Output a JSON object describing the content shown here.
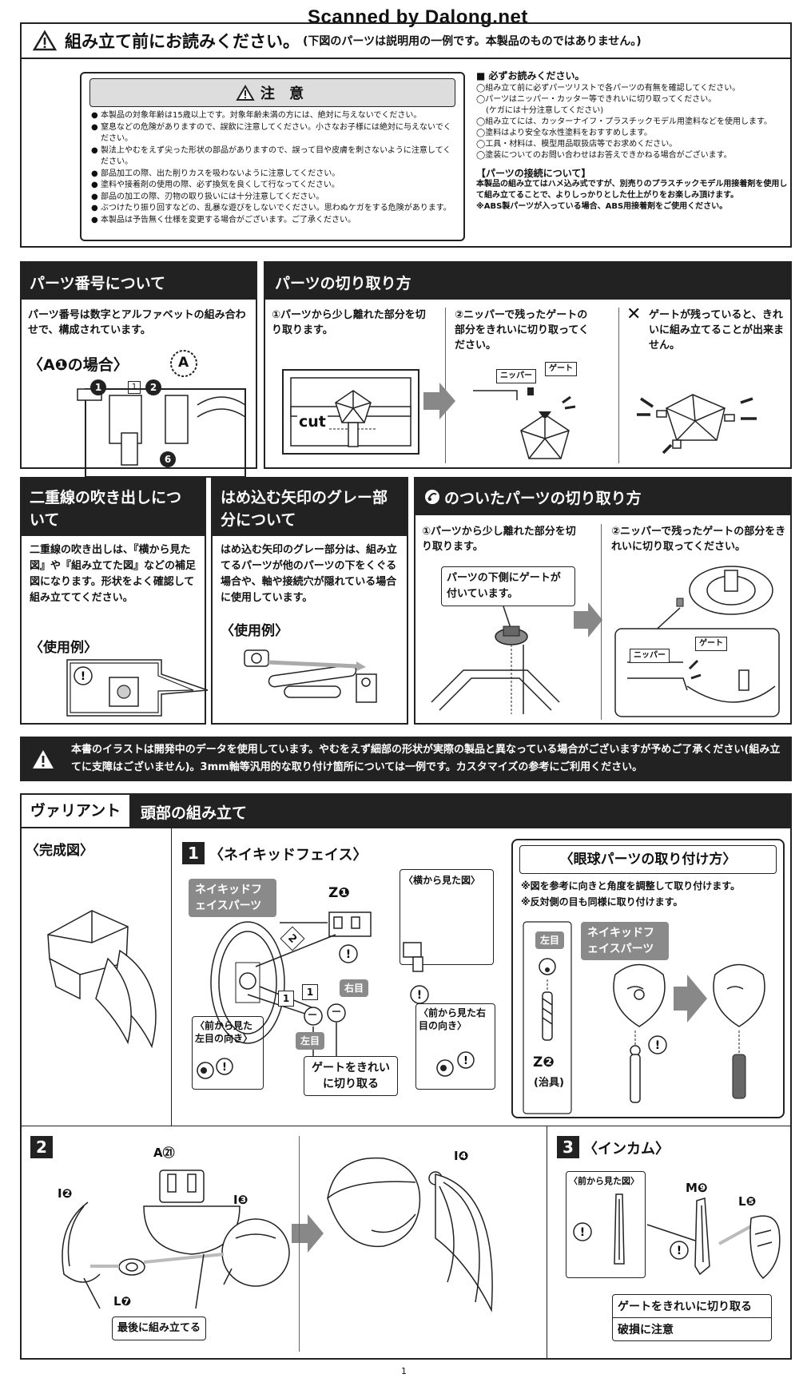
{
  "watermark": "Scanned by Dalong.net",
  "top_banner": {
    "title": "組み立て前にお読みください。",
    "subtitle": "(下図のパーツは説明用の一例です。本製品のものではありません。)"
  },
  "caution": {
    "title": "注 意",
    "items": [
      "本製品の対象年齢は15歳以上です。対象年齢未満の方には、絶対に与えないでください。",
      "窒息などの危険がありますので、誤飲に注意してください。小さなお子様には絶対に与えないでください。",
      "製法上やむをえず尖った形状の部品がありますので、誤って目や皮膚を刺さないように注意してください。",
      "部品加工の際、出た削りカスを吸わないように注意してください。",
      "塗料や接着剤の使用の際、必ず換気を良くして行なってください。",
      "部品の加工の際、刃物の取り扱いには十分注意してください。",
      "ぶつけたり振り回すなどの、乱暴な遊びをしないでください。思わぬケガをする危険があります。",
      "本製品は予告無く仕様を変更する場合がございます。ご了承ください。"
    ]
  },
  "must_read": {
    "title": "必ずお読みください。",
    "items": [
      "組み立て前に必ずパーツリストで各パーツの有無を確認してください。",
      "パーツはニッパー・カッター等できれいに切り取ってください。",
      "(ケガには十分注意してください)",
      "組み立てには、カッターナイフ・プラスチックモデル用塗料などを使用します。",
      "塗料はより安全な水性塗料をおすすめします。",
      "工具・材料は、模型用品取扱店等でお求めください。",
      "塗装についてのお問い合わせはお答えできかねる場合がございます。"
    ],
    "connect_title": "【パーツの接続について】",
    "connect_text": "本製品の組み立てはハメ込み式ですが、別売りのプラスチックモデル用接着剤を使用して組み立てることで、よりしっかりとした仕上がりをお楽しみ頂けます。",
    "connect_note": "※ABS製パーツが入っている場合、ABS用接着剤をご使用ください。"
  },
  "part_numbers": {
    "header": "パーツ番号について",
    "text": "パーツ番号は数字とアルファベットの組み合わせで、構成されています。",
    "example": "〈A❶の場合〉",
    "runner_letter": "A",
    "labels": [
      "1",
      "1",
      "2",
      "6"
    ]
  },
  "cutting": {
    "header": "パーツの切り取り方",
    "step1": "①パーツから少し離れた部分を切り取ります。",
    "step2": "②ニッパーで残ったゲートの部分をきれいに切り取ってください。",
    "ng_mark": "✕",
    "ng": "ゲートが残っていると、きれいに組み立てることが出来ません。",
    "cut_label": "cut",
    "nipper_label": "ニッパー",
    "gate_label": "ゲート"
  },
  "double_line": {
    "header": "二重線の吹き出しについて",
    "text": "二重線の吹き出しは、『横から見た図』や『組み立てた図』などの補足図になります。形状をよく確認して組み立ててください。",
    "example": "〈使用例〉"
  },
  "grey_arrow": {
    "header": "はめ込む矢印のグレー部分について",
    "text": "はめ込む矢印のグレー部分は、組み立てるパーツが他のパーツの下をくぐる場合や、軸や接続穴が隠れている場合に使用しています。",
    "example": "〈使用例〉"
  },
  "marked_parts": {
    "header": "のついたパーツの切り取り方",
    "step1": "①パーツから少し離れた部分を切り取ります。",
    "step2": "②ニッパーで残ったゲートの部分をきれいに切り取ってください。",
    "callout": "パーツの下側にゲートが付いています。",
    "nipper_label": "ニッパー",
    "gate_label": "ゲート"
  },
  "notice": {
    "text": "本書のイラストは開発中のデータを使用しています。やむをえず細部の形状が実際の製品と異なっている場合がございますが予めご了承ください(組み立てに支障はございません)。3mm軸等汎用的な取り付け箇所については一例です。カスタマイズの参考にご利用ください。"
  },
  "section": {
    "left": "ヴァリアント",
    "right": "頭部の組み立て"
  },
  "complete": {
    "title": "〈完成図〉"
  },
  "step1": {
    "num": "1",
    "title": "〈ネイキッドフェイス〉",
    "face_part": "ネイキッドフェイスパーツ",
    "z1": "Z❶",
    "side_view": "〈横から見た図〉",
    "right_eye": "右目",
    "left_eye": "左目",
    "front_right": "〈前から見た右目の向き〉",
    "front_left": "〈前から見た左目の向き〉",
    "gate_callout": "ゲートをきれいに切り取る",
    "circ1": "1",
    "circ2": "2"
  },
  "eye_attach": {
    "title": "〈眼球パーツの取り付け方〉",
    "note1": "※図を参考に向きと角度を調整して取り付けます。",
    "note2": "※反対側の目も同様に取り付けます。",
    "left_eye": "左目",
    "face_part": "ネイキッドフェイスパーツ",
    "z2": "Z❷",
    "tool": "(治具)"
  },
  "step2": {
    "num": "2",
    "a21": "A㉑",
    "i2": "I❷",
    "i3": "I❸",
    "l7": "L❼",
    "i4": "I❹",
    "last": "最後に組み立てる"
  },
  "step3": {
    "num": "3",
    "title": "〈インカム〉",
    "front_view": "〈前から見た図〉",
    "m9": "M❾",
    "l5": "L❺",
    "gate": "ゲートをきれいに切り取る",
    "warn": "破損に注意"
  },
  "page_number": "1"
}
